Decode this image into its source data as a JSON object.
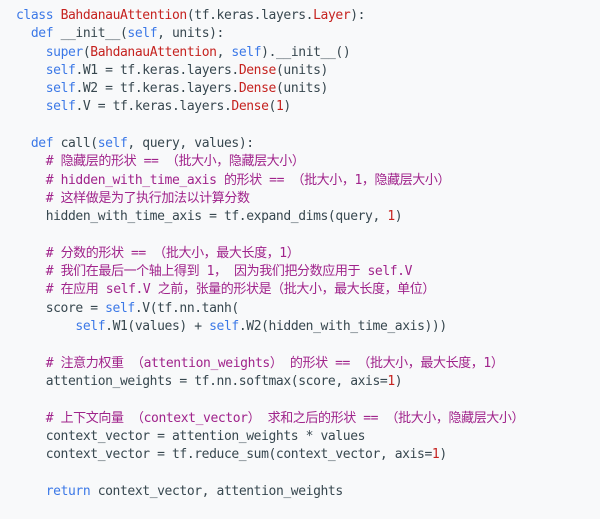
{
  "code_block": {
    "language": "python",
    "colors": {
      "background": "#f8f9fa",
      "plain": "#37474f",
      "keyword": "#3b78e7",
      "class_name": "#c5221f",
      "number": "#c5221f",
      "comment": "#a0238b"
    },
    "lines": [
      [
        {
          "t": "class",
          "k": "kw"
        },
        {
          "t": " "
        },
        {
          "t": "BahdanauAttention",
          "k": "cls"
        },
        {
          "t": "(tf.keras.layers."
        },
        {
          "t": "Layer",
          "k": "ref"
        },
        {
          "t": "):"
        }
      ],
      [
        {
          "t": "  "
        },
        {
          "t": "def",
          "k": "kw"
        },
        {
          "t": " __init__("
        },
        {
          "t": "self",
          "k": "self"
        },
        {
          "t": ", units):"
        }
      ],
      [
        {
          "t": "    "
        },
        {
          "t": "super",
          "k": "kw"
        },
        {
          "t": "("
        },
        {
          "t": "BahdanauAttention",
          "k": "ref"
        },
        {
          "t": ", "
        },
        {
          "t": "self",
          "k": "self"
        },
        {
          "t": ").__init__()"
        }
      ],
      [
        {
          "t": "    "
        },
        {
          "t": "self",
          "k": "self"
        },
        {
          "t": ".W1 = tf.keras.layers."
        },
        {
          "t": "Dense",
          "k": "ref"
        },
        {
          "t": "(units)"
        }
      ],
      [
        {
          "t": "    "
        },
        {
          "t": "self",
          "k": "self"
        },
        {
          "t": ".W2 = tf.keras.layers."
        },
        {
          "t": "Dense",
          "k": "ref"
        },
        {
          "t": "(units)"
        }
      ],
      [
        {
          "t": "    "
        },
        {
          "t": "self",
          "k": "self"
        },
        {
          "t": ".V = tf.keras.layers."
        },
        {
          "t": "Dense",
          "k": "ref"
        },
        {
          "t": "("
        },
        {
          "t": "1",
          "k": "num"
        },
        {
          "t": ")"
        }
      ],
      [],
      [
        {
          "t": "  "
        },
        {
          "t": "def",
          "k": "kw"
        },
        {
          "t": " call("
        },
        {
          "t": "self",
          "k": "self"
        },
        {
          "t": ", query, values):"
        }
      ],
      [
        {
          "t": "    "
        },
        {
          "t": "# 隐藏层的形状 == （批大小，隐藏层大小）",
          "k": "cm"
        }
      ],
      [
        {
          "t": "    "
        },
        {
          "t": "# hidden_with_time_axis 的形状 == （批大小，1，隐藏层大小）",
          "k": "cm"
        }
      ],
      [
        {
          "t": "    "
        },
        {
          "t": "# 这样做是为了执行加法以计算分数",
          "k": "cm"
        }
      ],
      [
        {
          "t": "    hidden_with_time_axis = tf.expand_dims(query, "
        },
        {
          "t": "1",
          "k": "num"
        },
        {
          "t": ")"
        }
      ],
      [],
      [
        {
          "t": "    "
        },
        {
          "t": "# 分数的形状 == （批大小，最大长度，1）",
          "k": "cm"
        }
      ],
      [
        {
          "t": "    "
        },
        {
          "t": "# 我们在最后一个轴上得到 1， 因为我们把分数应用于 self.V",
          "k": "cm"
        }
      ],
      [
        {
          "t": "    "
        },
        {
          "t": "# 在应用 self.V 之前，张量的形状是（批大小，最大长度，单位）",
          "k": "cm"
        }
      ],
      [
        {
          "t": "    score = "
        },
        {
          "t": "self",
          "k": "self"
        },
        {
          "t": ".V(tf.nn.tanh("
        }
      ],
      [
        {
          "t": "        "
        },
        {
          "t": "self",
          "k": "self"
        },
        {
          "t": ".W1(values) + "
        },
        {
          "t": "self",
          "k": "self"
        },
        {
          "t": ".W2(hidden_with_time_axis)))"
        }
      ],
      [],
      [
        {
          "t": "    "
        },
        {
          "t": "# 注意力权重 （attention_weights） 的形状 == （批大小，最大长度，1）",
          "k": "cm"
        }
      ],
      [
        {
          "t": "    attention_weights = tf.nn.softmax(score, axis="
        },
        {
          "t": "1",
          "k": "num"
        },
        {
          "t": ")"
        }
      ],
      [],
      [
        {
          "t": "    "
        },
        {
          "t": "# 上下文向量 （context_vector） 求和之后的形状 == （批大小，隐藏层大小）",
          "k": "cm"
        }
      ],
      [
        {
          "t": "    context_vector = attention_weights * values"
        }
      ],
      [
        {
          "t": "    context_vector = tf.reduce_sum(context_vector, axis="
        },
        {
          "t": "1",
          "k": "num"
        },
        {
          "t": ")"
        }
      ],
      [],
      [
        {
          "t": "    "
        },
        {
          "t": "return",
          "k": "kw"
        },
        {
          "t": " context_vector, attention_weights"
        }
      ]
    ]
  }
}
